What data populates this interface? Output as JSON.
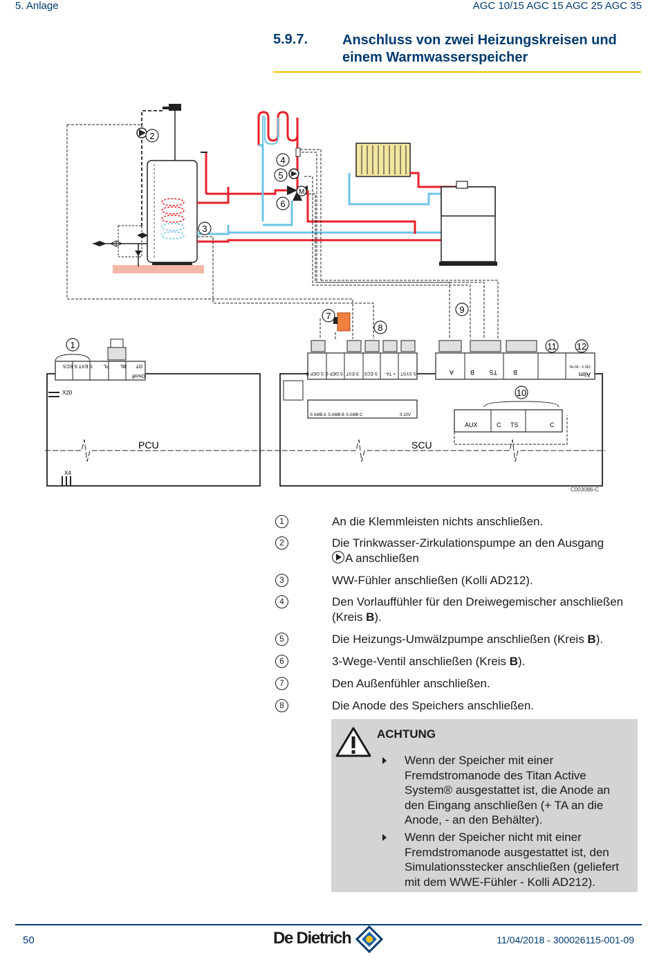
{
  "header": {
    "section": "5.  Anlage",
    "models": "AGC 10/15 AGC 15 AGC 25 AGC 35"
  },
  "title": {
    "number": "5.9.7.",
    "text": "Anschluss von zwei Heizungskreisen und einem Warmwasserspeicher"
  },
  "diagram": {
    "figure_code": "C003086-C",
    "pcu_label": "PCU",
    "scu_label": "SCU",
    "x20": "X20",
    "x4": "X4",
    "pcu_terminals": [
      "OT",
      "BL",
      "PL",
      "S EXT",
      "S ECS"
    ],
    "pcu_onoff": "On/off",
    "scu_inputs": [
      "S DEP B",
      "S DEP C",
      "S EXT",
      "S ECS",
      "+ TA -",
      "S SYST"
    ],
    "scu_outputs": [
      "A",
      "B",
      "TS",
      "B",
      "",
      "Alim"
    ],
    "alim_spec": "230 V - 50 Hz",
    "scu_lower": [
      "S AMB A",
      "S AMB B",
      "S AMB C",
      "",
      "0-10V"
    ],
    "aux_outputs": [
      "AUX",
      "C",
      "TS",
      "C"
    ],
    "callouts": [
      "1",
      "2",
      "3",
      "4",
      "5",
      "6",
      "7",
      "8",
      "9",
      "10",
      "11",
      "12"
    ],
    "motor": "M"
  },
  "legend": [
    {
      "num": "1",
      "text": "An die Klemmleisten nichts anschließen."
    },
    {
      "num": "2",
      "text_a": "Die Trinkwasser-Zirkulationspumpe an den Ausgang",
      "text_b": "A anschließen"
    },
    {
      "num": "3",
      "text": "WW-Fühler anschließen (Kolli AD212)."
    },
    {
      "num": "4",
      "text_a": "Den Vorlauffühler für den Dreiwegemischer anschließen",
      "text_b": "(Kreis ",
      "bold": "B",
      "text_c": ")."
    },
    {
      "num": "5",
      "text_a": "Die Heizungs-Umwälzpumpe anschließen (Kreis ",
      "bold": "B",
      "text_c": ")."
    },
    {
      "num": "6",
      "text_a": "3-Wege-Ventil anschließen (Kreis ",
      "bold": "B",
      "text_c": ")."
    },
    {
      "num": "7",
      "text": "Den Außenfühler anschließen."
    },
    {
      "num": "8",
      "text": "Die Anode des Speichers anschließen."
    }
  ],
  "warning": {
    "title": "ACHTUNG",
    "bullets": [
      [
        "Wenn der Speicher mit einer",
        "Fremdstromanode des Titan Active",
        "System® ausgestattet ist, die Anode an",
        "den Eingang anschließen (+ TA an die",
        "Anode, - an den Behälter)."
      ],
      [
        "Wenn der Speicher nicht mit einer",
        "Fremdstromanode ausgestattet ist, den",
        "Simulationsstecker anschließen (geliefert",
        "mit dem WWE-Fühler - Kolli AD212)."
      ]
    ]
  },
  "footer": {
    "page": "50",
    "brand": "De Dietrich",
    "ref": "11/04/2018 - 300026115-001-09"
  },
  "colors": {
    "heading": "#003a70",
    "rule": "#f2c200",
    "pipe_hot": "#e8202a",
    "pipe_cold": "#6ec4e8",
    "warning_bg": "#d4d4d4"
  }
}
